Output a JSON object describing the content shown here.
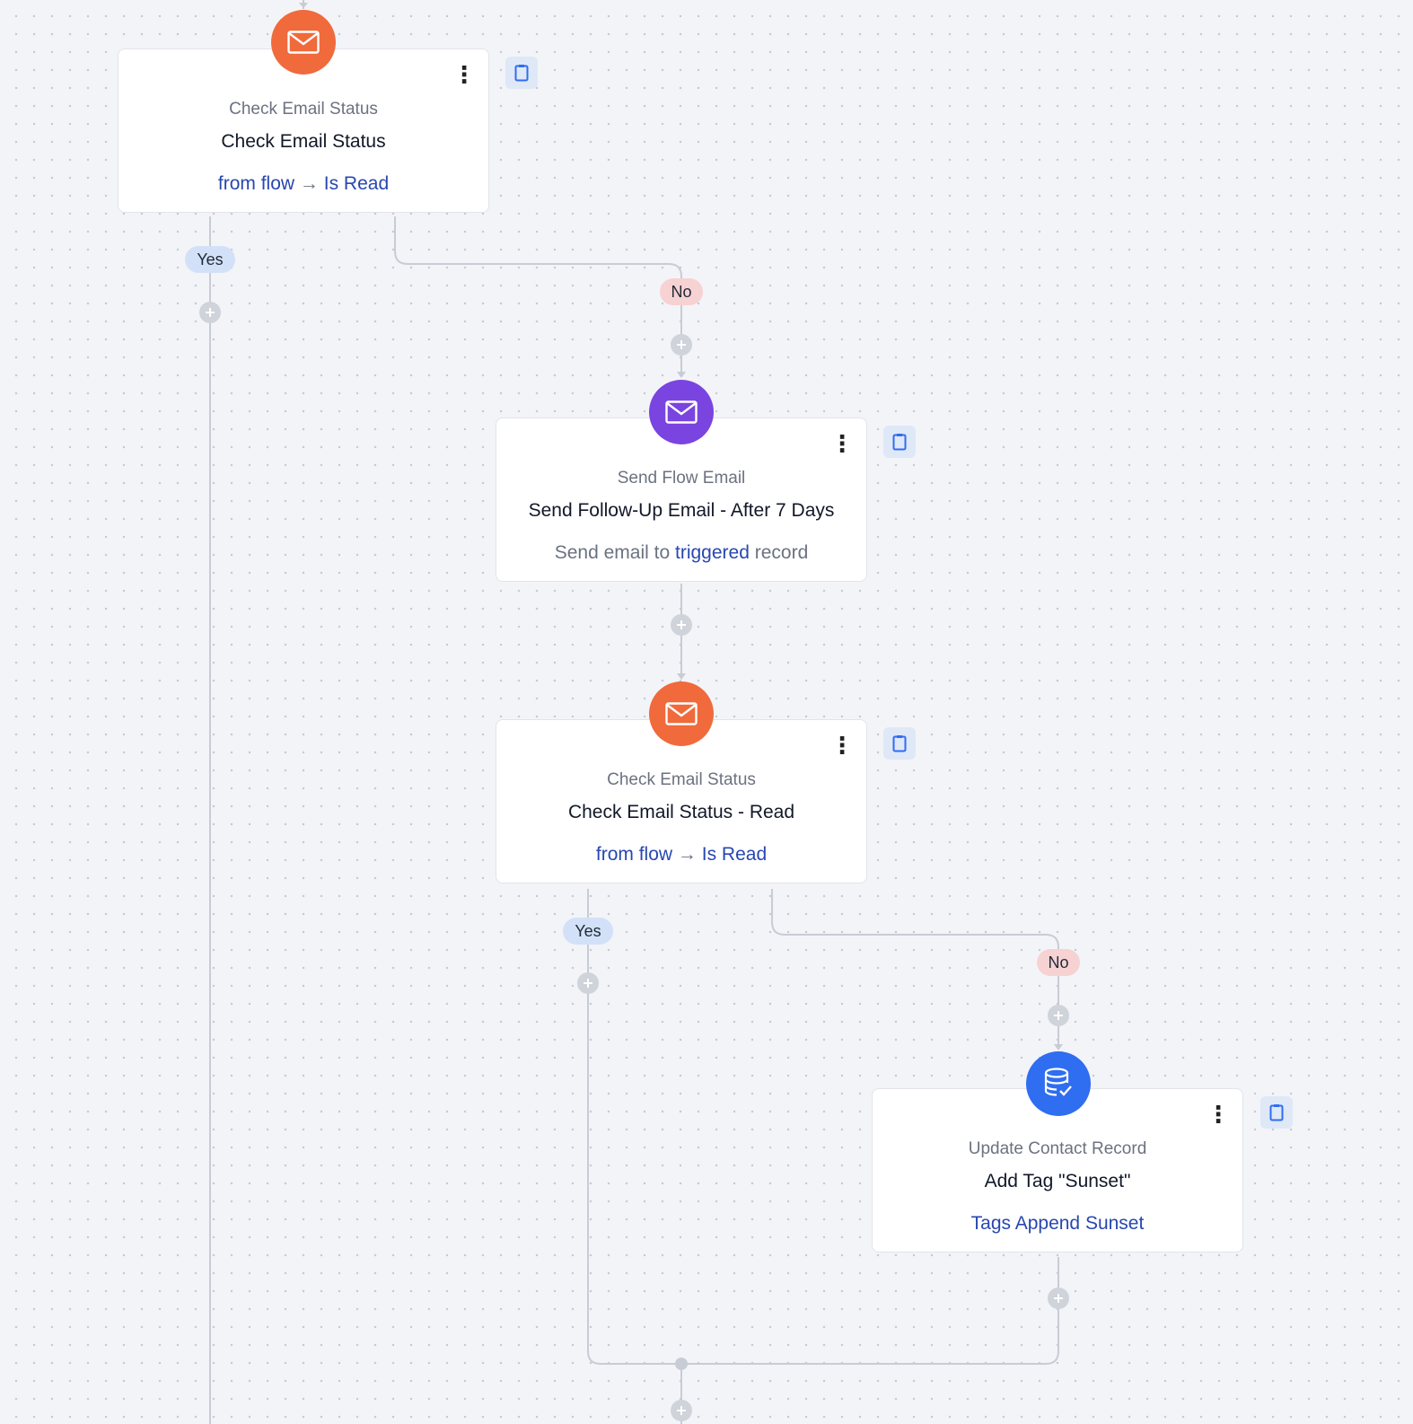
{
  "nodes": [
    {
      "id": "check-1",
      "icon": "envelope-icon",
      "icon_color": "#f06a3c",
      "type_label": "Check Email Status",
      "title": "Check Email Status",
      "desc_left": "from flow",
      "desc_arrow": "→",
      "desc_right": "Is Read"
    },
    {
      "id": "send-1",
      "icon": "envelope-icon",
      "icon_color": "#7a44e0",
      "type_label": "Send Flow Email",
      "title": "Send Follow-Up Email - After 7 Days",
      "desc_prefix": "Send email to",
      "desc_link": "triggered",
      "desc_suffix": "record"
    },
    {
      "id": "check-2",
      "icon": "envelope-icon",
      "icon_color": "#f06a3c",
      "type_label": "Check Email Status",
      "title": "Check Email Status - Read",
      "desc_left": "from flow",
      "desc_arrow": "→",
      "desc_right": "Is Read"
    },
    {
      "id": "update-1",
      "icon": "database-check-icon",
      "icon_color": "#2f6df1",
      "type_label": "Update Contact Record",
      "title": "Add Tag \"Sunset\"",
      "desc_link": "Tags Append Sunset"
    }
  ],
  "branches": {
    "yes_label": "Yes",
    "no_label": "No"
  },
  "colors": {
    "link": "#2747b0",
    "connector": "#c8ccd4",
    "yes_badge": "#d3e1f8",
    "no_badge": "#f6d2d3",
    "note_button": "#dfe8f7"
  },
  "menu_glyph": "⋮"
}
